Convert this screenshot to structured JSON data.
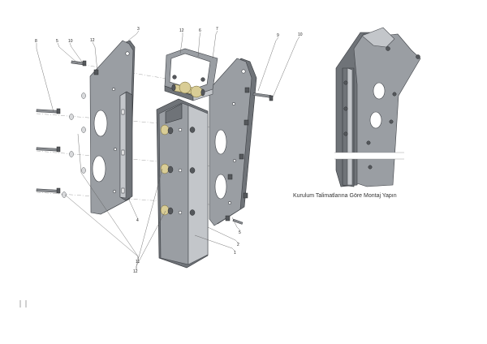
{
  "caption": "Kurulum Talimatlarına Göre Montaj Yapın",
  "callouts": [
    "8",
    "5",
    "10",
    "12",
    "3",
    "12",
    "6",
    "7",
    "9",
    "10",
    "11",
    "12",
    "4",
    "5",
    "2",
    "1"
  ],
  "colors": {
    "steel": "#9a9ea3",
    "steel_dark": "#6f7378",
    "brass": "#d9cd96",
    "outline": "#3e4146"
  }
}
